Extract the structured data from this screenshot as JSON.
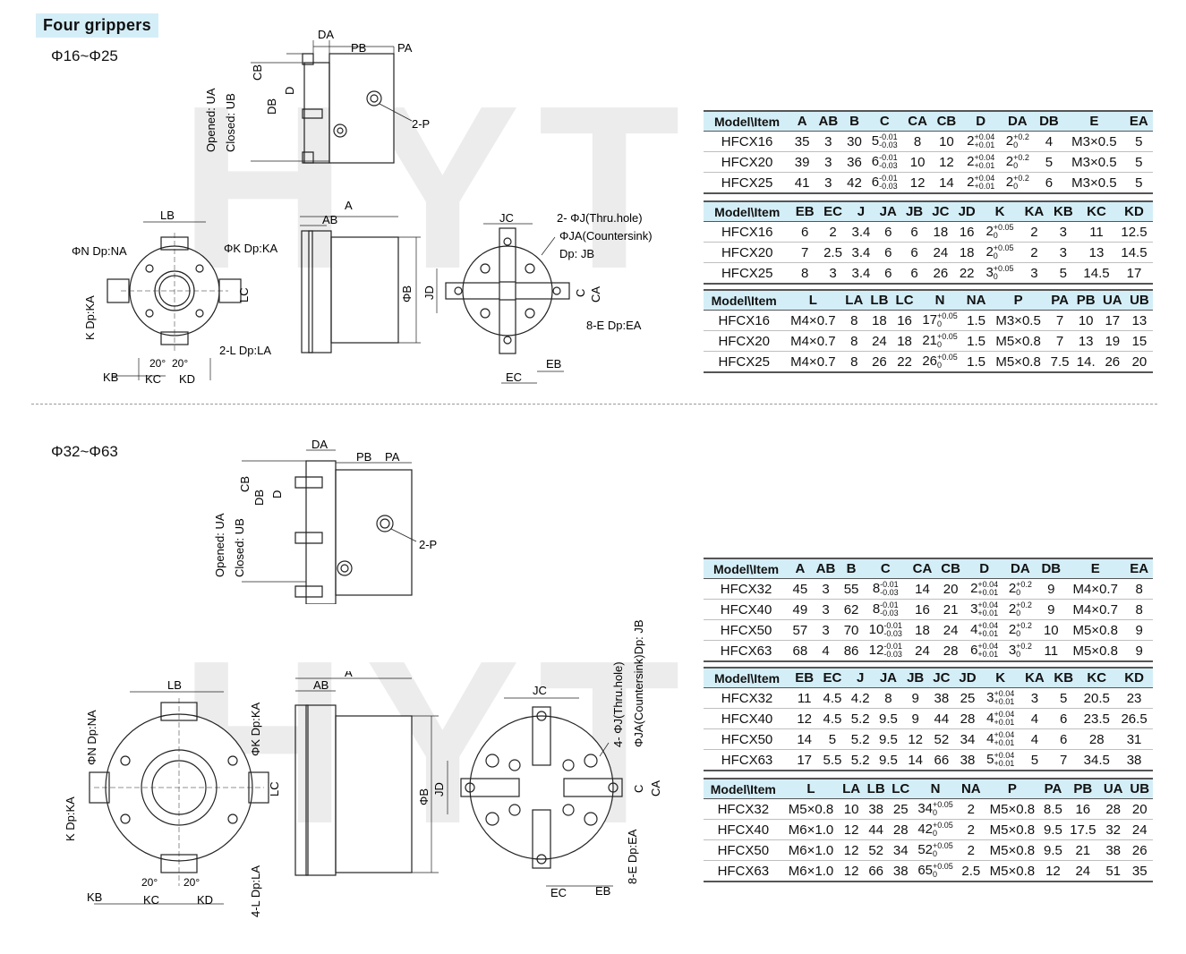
{
  "header": {
    "title": "Four grippers",
    "range_small": "Φ16~Φ25",
    "range_large": "Φ32~Φ63"
  },
  "watermark": "HYT",
  "dims": {
    "DA": "DA",
    "PB": "PB",
    "PA": "PA",
    "CB": "CB",
    "D": "D",
    "DB": "DB",
    "opened": "Opened: UA",
    "closed": "Closed: UB",
    "P2": "2-P",
    "A": "A",
    "AB": "AB",
    "B": "ΦB",
    "LB": "LB",
    "LC": "LC",
    "N": "ΦN Dp:NA",
    "K": "ΦK Dp:KA",
    "KDp": "K Dp:KA",
    "L2": "2-L Dp:LA",
    "L4": "4-L Dp:LA",
    "KB": "KB",
    "KC": "KC",
    "KD": "KD",
    "deg": "20°",
    "JC": "JC",
    "JD": "JD",
    "C": "C",
    "CA": "CA",
    "EB": "EB",
    "EC": "EC",
    "J2": "2- ΦJ(Thru.hole)",
    "J4": "4- ΦJ(Thru.hole)",
    "JA": "ΦJA(Countersink)",
    "JADp": "Dp: JB",
    "JAfull": "ΦJA(Countersink)Dp: JB",
    "E8": "8-E Dp:EA"
  },
  "small_table1": {
    "headers": [
      "Model\\Item",
      "A",
      "AB",
      "B",
      "C",
      "CA",
      "CB",
      "D",
      "DA",
      "DB",
      "E",
      "EA"
    ],
    "rows": [
      [
        "HFCX16",
        "35",
        "3",
        "30",
        [
          "5",
          "-0.01",
          "-0.03"
        ],
        "8",
        "10",
        [
          "2",
          "+0.04",
          "+0.01"
        ],
        [
          "2",
          "+0.2",
          "0"
        ],
        "4",
        "M3×0.5",
        "5"
      ],
      [
        "HFCX20",
        "39",
        "3",
        "36",
        [
          "6",
          "-0.01",
          "-0.03"
        ],
        "10",
        "12",
        [
          "2",
          "+0.04",
          "+0.01"
        ],
        [
          "2",
          "+0.2",
          "0"
        ],
        "5",
        "M3×0.5",
        "5"
      ],
      [
        "HFCX25",
        "41",
        "3",
        "42",
        [
          "6",
          "-0.01",
          "-0.03"
        ],
        "12",
        "14",
        [
          "2",
          "+0.04",
          "+0.01"
        ],
        [
          "2",
          "+0.2",
          "0"
        ],
        "6",
        "M3×0.5",
        "5"
      ]
    ]
  },
  "small_table2": {
    "headers": [
      "Model\\Item",
      "EB",
      "EC",
      "J",
      "JA",
      "JB",
      "JC",
      "JD",
      "K",
      "KA",
      "KB",
      "KC",
      "KD"
    ],
    "rows": [
      [
        "HFCX16",
        "6",
        "2",
        "3.4",
        "6",
        "6",
        "18",
        "16",
        [
          "2",
          "+0.05",
          "0"
        ],
        "2",
        "3",
        "11",
        "12.5"
      ],
      [
        "HFCX20",
        "7",
        "2.5",
        "3.4",
        "6",
        "6",
        "24",
        "18",
        [
          "2",
          "+0.05",
          "0"
        ],
        "2",
        "3",
        "13",
        "14.5"
      ],
      [
        "HFCX25",
        "8",
        "3",
        "3.4",
        "6",
        "6",
        "26",
        "22",
        [
          "3",
          "+0.05",
          "0"
        ],
        "3",
        "5",
        "14.5",
        "17"
      ]
    ]
  },
  "small_table3": {
    "headers": [
      "Model\\Item",
      "L",
      "LA",
      "LB",
      "LC",
      "N",
      "NA",
      "P",
      "PA",
      "PB",
      "UA",
      "UB"
    ],
    "rows": [
      [
        "HFCX16",
        "M4×0.7",
        "8",
        "18",
        "16",
        [
          "17",
          "+0.05",
          "0"
        ],
        "1.5",
        "M3×0.5",
        "7",
        "10",
        "17",
        "13"
      ],
      [
        "HFCX20",
        "M4×0.7",
        "8",
        "24",
        "18",
        [
          "21",
          "+0.05",
          "0"
        ],
        "1.5",
        "M5×0.8",
        "7",
        "13",
        "19",
        "15"
      ],
      [
        "HFCX25",
        "M4×0.7",
        "8",
        "26",
        "22",
        [
          "26",
          "+0.05",
          "0"
        ],
        "1.5",
        "M5×0.8",
        "7.5",
        "14.",
        "26",
        "20"
      ]
    ]
  },
  "large_table1": {
    "headers": [
      "Model\\Item",
      "A",
      "AB",
      "B",
      "C",
      "CA",
      "CB",
      "D",
      "DA",
      "DB",
      "E",
      "EA"
    ],
    "rows": [
      [
        "HFCX32",
        "45",
        "3",
        "55",
        [
          "8",
          "-0.01",
          "-0.03"
        ],
        "14",
        "20",
        [
          "2",
          "+0.04",
          "+0.01"
        ],
        [
          "2",
          "+0.2",
          "0"
        ],
        "9",
        "M4×0.7",
        "8"
      ],
      [
        "HFCX40",
        "49",
        "3",
        "62",
        [
          "8",
          "-0.01",
          "-0.03"
        ],
        "16",
        "21",
        [
          "3",
          "+0.04",
          "+0.01"
        ],
        [
          "2",
          "+0.2",
          "0"
        ],
        "9",
        "M4×0.7",
        "8"
      ],
      [
        "HFCX50",
        "57",
        "3",
        "70",
        [
          "10",
          "-0.01",
          "-0.03"
        ],
        "18",
        "24",
        [
          "4",
          "+0.04",
          "+0.01"
        ],
        [
          "2",
          "+0.2",
          "0"
        ],
        "10",
        "M5×0.8",
        "9"
      ],
      [
        "HFCX63",
        "68",
        "4",
        "86",
        [
          "12",
          "-0.01",
          "-0.03"
        ],
        "24",
        "28",
        [
          "6",
          "+0.04",
          "+0.01"
        ],
        [
          "3",
          "+0.2",
          "0"
        ],
        "11",
        "M5×0.8",
        "9"
      ]
    ]
  },
  "large_table2": {
    "headers": [
      "Model\\Item",
      "EB",
      "EC",
      "J",
      "JA",
      "JB",
      "JC",
      "JD",
      "K",
      "KA",
      "KB",
      "KC",
      "KD"
    ],
    "rows": [
      [
        "HFCX32",
        "11",
        "4.5",
        "4.2",
        "8",
        "9",
        "38",
        "25",
        [
          "3",
          "+0.04",
          "+0.01"
        ],
        "3",
        "5",
        "20.5",
        "23"
      ],
      [
        "HFCX40",
        "12",
        "4.5",
        "5.2",
        "9.5",
        "9",
        "44",
        "28",
        [
          "4",
          "+0.04",
          "+0.01"
        ],
        "4",
        "6",
        "23.5",
        "26.5"
      ],
      [
        "HFCX50",
        "14",
        "5",
        "5.2",
        "9.5",
        "12",
        "52",
        "34",
        [
          "4",
          "+0.04",
          "+0.01"
        ],
        "4",
        "6",
        "28",
        "31"
      ],
      [
        "HFCX63",
        "17",
        "5.5",
        "5.2",
        "9.5",
        "14",
        "66",
        "38",
        [
          "5",
          "+0.04",
          "+0.01"
        ],
        "5",
        "7",
        "34.5",
        "38"
      ]
    ]
  },
  "large_table3": {
    "headers": [
      "Model\\Item",
      "L",
      "LA",
      "LB",
      "LC",
      "N",
      "NA",
      "P",
      "PA",
      "PB",
      "UA",
      "UB"
    ],
    "rows": [
      [
        "HFCX32",
        "M5×0.8",
        "10",
        "38",
        "25",
        [
          "34",
          "+0.05",
          "0"
        ],
        "2",
        "M5×0.8",
        "8.5",
        "16",
        "28",
        "20"
      ],
      [
        "HFCX40",
        "M6×1.0",
        "12",
        "44",
        "28",
        [
          "42",
          "+0.05",
          "0"
        ],
        "2",
        "M5×0.8",
        "9.5",
        "17.5",
        "32",
        "24"
      ],
      [
        "HFCX50",
        "M6×1.0",
        "12",
        "52",
        "34",
        [
          "52",
          "+0.05",
          "0"
        ],
        "2",
        "M5×0.8",
        "9.5",
        "21",
        "38",
        "26"
      ],
      [
        "HFCX63",
        "M6×1.0",
        "12",
        "66",
        "38",
        [
          "65",
          "+0.05",
          "0"
        ],
        "2.5",
        "M5×0.8",
        "12",
        "24",
        "51",
        "35"
      ]
    ]
  }
}
